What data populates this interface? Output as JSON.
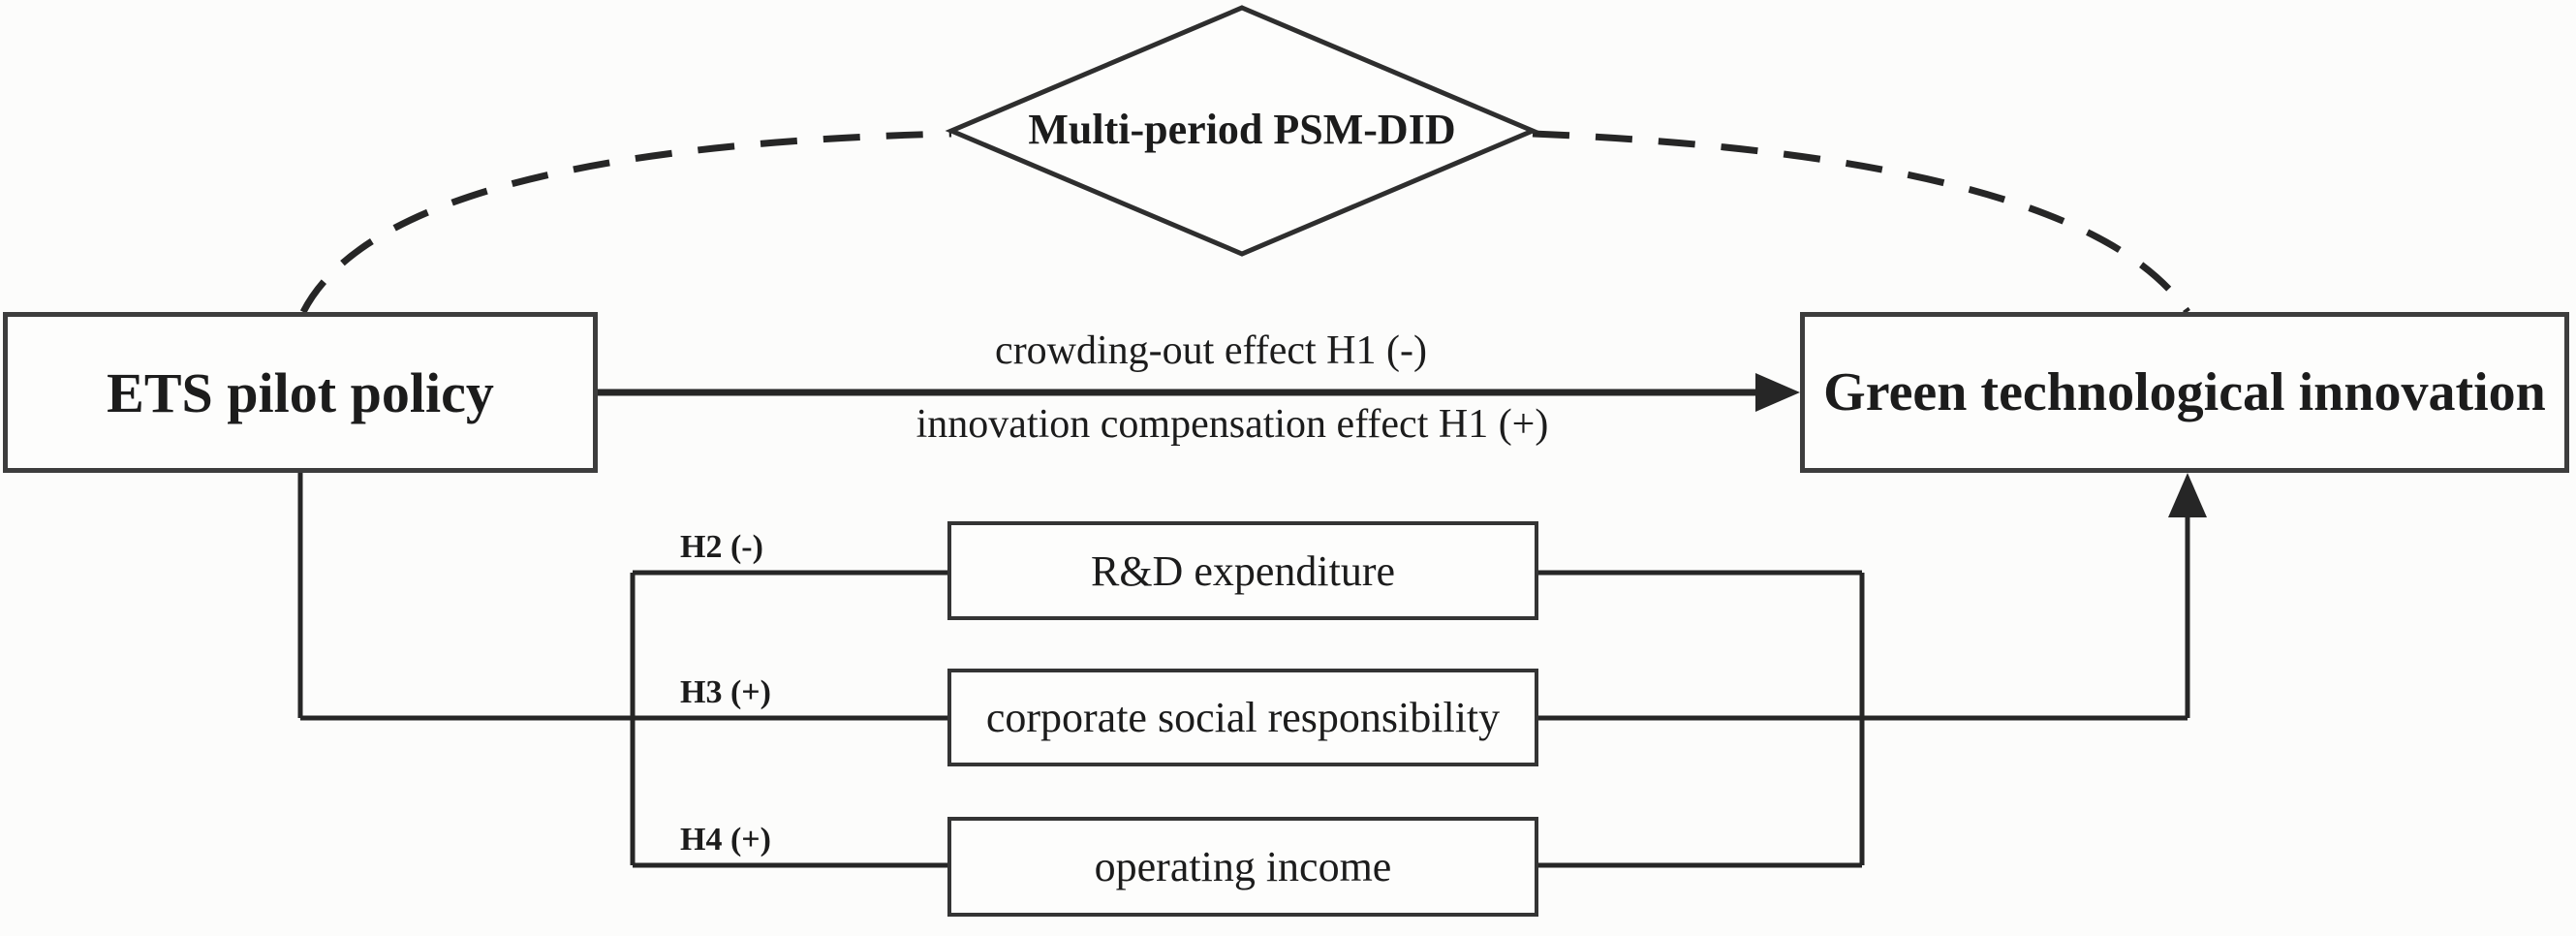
{
  "diagram": {
    "moderator": {
      "label": "Multi-period PSM-DID"
    },
    "independent": {
      "label": "ETS pilot policy"
    },
    "dependent": {
      "label": "Green technological innovation"
    },
    "direct_effect": {
      "label_top": "crowding-out effect H1 (-)",
      "label_bottom": "innovation compensation effect H1 (+)"
    },
    "mediators": [
      {
        "label": "R&D expenditure",
        "hypothesis": "H2 (-)"
      },
      {
        "label": "corporate social responsibility",
        "hypothesis": "H3 (+)"
      },
      {
        "label": "operating income",
        "hypothesis": "H4 (+)"
      }
    ],
    "colors": {
      "line": "#262626",
      "border": "#3d3d3d",
      "text": "#1c1c1c",
      "background": "#fcfcfb"
    }
  }
}
